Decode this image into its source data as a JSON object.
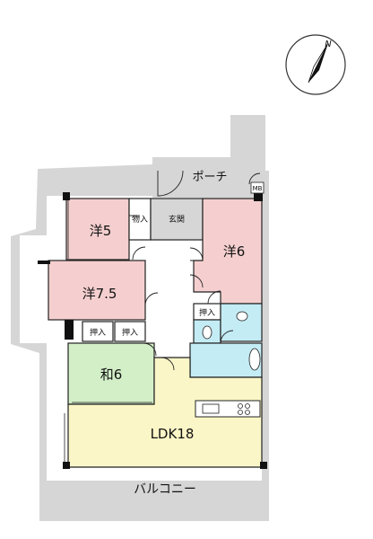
{
  "compass": {
    "label": "N"
  },
  "rooms": {
    "western_5": "洋5",
    "western_6": "洋6",
    "western_7_5": "洋7.5",
    "japanese_6": "和6",
    "ldk": "LDK18",
    "entrance": "玄関",
    "porch": "ポーチ",
    "balcony": "バルコニー",
    "storage": "物入",
    "closet_a": "押入",
    "closet_b": "押入",
    "closet_c": "押入",
    "meter_box": "MB"
  },
  "colors": {
    "western": "#f5cfcf",
    "japanese": "#d3efc8",
    "ldk": "#fbf6c7",
    "wet_area": "#c4ecf5",
    "common_space": "#d6d6d6",
    "hall": "#ffffff"
  }
}
